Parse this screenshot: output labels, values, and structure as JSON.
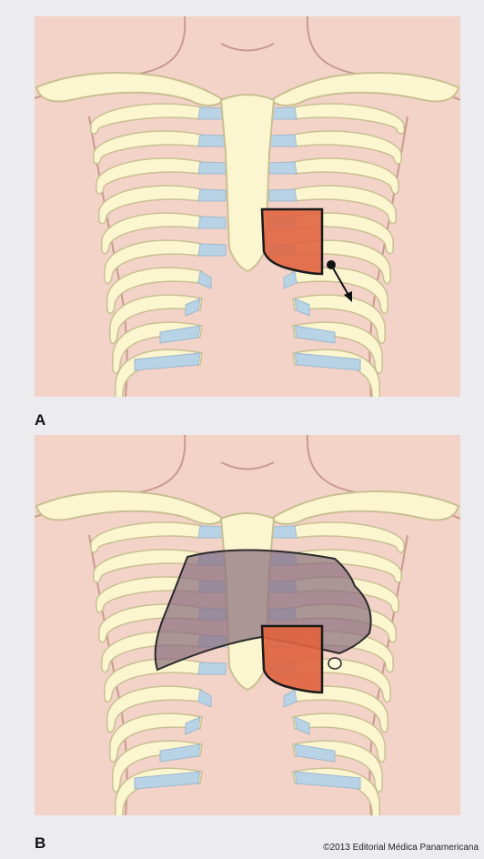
{
  "figure": {
    "panel_a_label": "A",
    "panel_b_label": "B",
    "copyright": "©2013 Editorial Médica Panamericana"
  },
  "colors": {
    "background": "#ececef",
    "skin": "#f3d3c8",
    "bone": "#fbf6d0",
    "bone_outline": "#c9bf92",
    "cartilage": "#b9d3e6",
    "heart_region": "#e0623e",
    "cardiac_area": "#8c6f7e"
  },
  "icons": {
    "apex_marker": "black-dot-arrow-icon",
    "palpation_point": "white-circle-icon"
  }
}
